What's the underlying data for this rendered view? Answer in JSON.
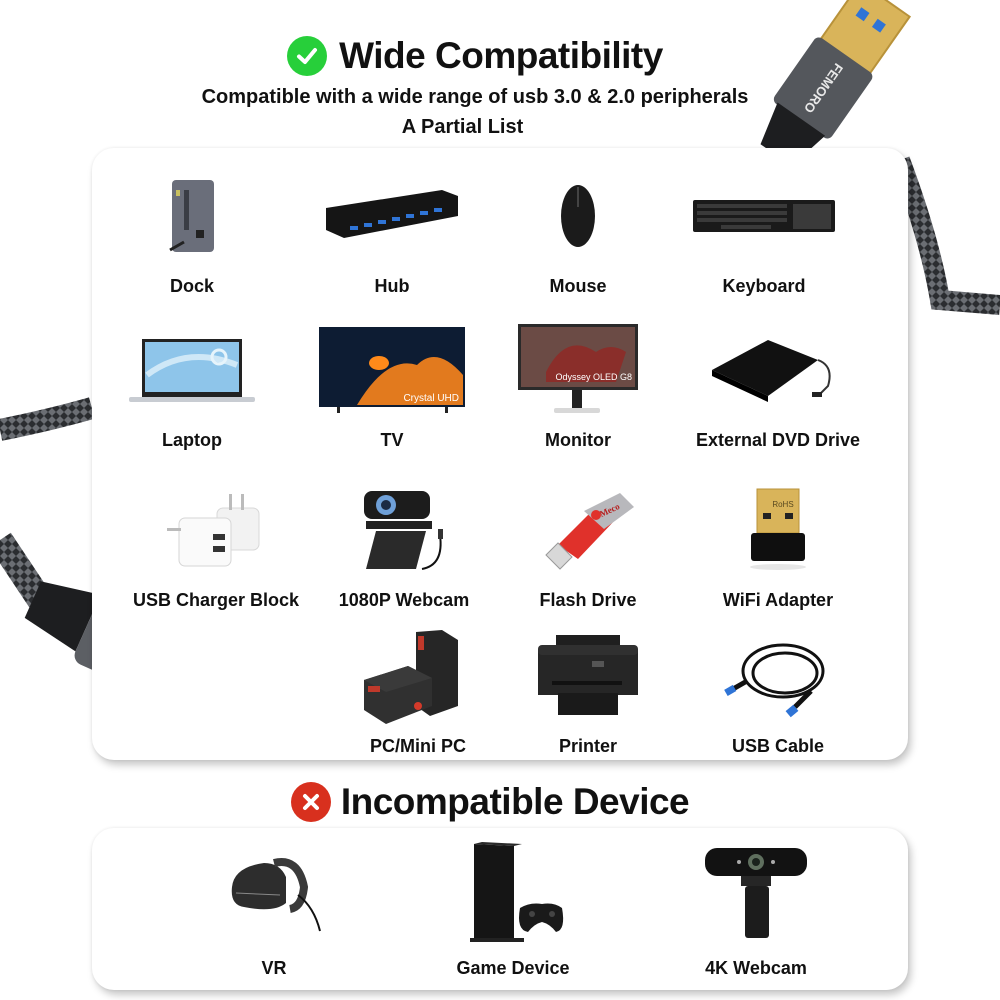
{
  "header": {
    "title": "Wide Compatibility",
    "title_icon": "check-circle-icon",
    "subtitle": "Compatible with a wide range of usb 3.0 & 2.0 peripherals",
    "subtitle2": "A Partial List"
  },
  "brand": {
    "name": "FEMORO"
  },
  "compatible": {
    "items": [
      {
        "label": "Dock",
        "icon": "dock-icon"
      },
      {
        "label": "Hub",
        "icon": "usb-hub-icon"
      },
      {
        "label": "Mouse",
        "icon": "mouse-icon"
      },
      {
        "label": "Keyboard",
        "icon": "keyboard-icon"
      },
      {
        "label": "Laptop",
        "icon": "laptop-icon"
      },
      {
        "label": "TV",
        "icon": "tv-icon",
        "screen_text": "Crystal UHD"
      },
      {
        "label": "Monitor",
        "icon": "monitor-icon",
        "screen_text": "Odyssey OLED G8"
      },
      {
        "label": "External DVD Drive",
        "icon": "dvd-drive-icon"
      },
      {
        "label": "USB Charger Block",
        "icon": "charger-icon"
      },
      {
        "label": "1080P Webcam",
        "icon": "webcam-icon"
      },
      {
        "label": "Flash Drive",
        "icon": "flash-drive-icon",
        "brand_text": "Meco"
      },
      {
        "label": "WiFi Adapter",
        "icon": "wifi-adapter-icon",
        "brand_text": "RoHS"
      },
      {
        "label": "PC/Mini PC",
        "icon": "mini-pc-icon"
      },
      {
        "label": "Printer",
        "icon": "printer-icon"
      },
      {
        "label": "USB Cable",
        "icon": "usb-cable-icon"
      }
    ]
  },
  "incompatible": {
    "title": "Incompatible Device",
    "title_icon": "x-circle-icon",
    "items": [
      {
        "label": "VR",
        "icon": "vr-headset-icon"
      },
      {
        "label": "Game Device",
        "icon": "game-console-icon"
      },
      {
        "label": "4K Webcam",
        "icon": "4k-webcam-icon"
      }
    ]
  },
  "colors": {
    "ok": "#27cf3a",
    "no": "#d8301e",
    "usb_blue": "#2f74d6",
    "gold": "#d9b45a",
    "connector_gray": "#54575c"
  }
}
